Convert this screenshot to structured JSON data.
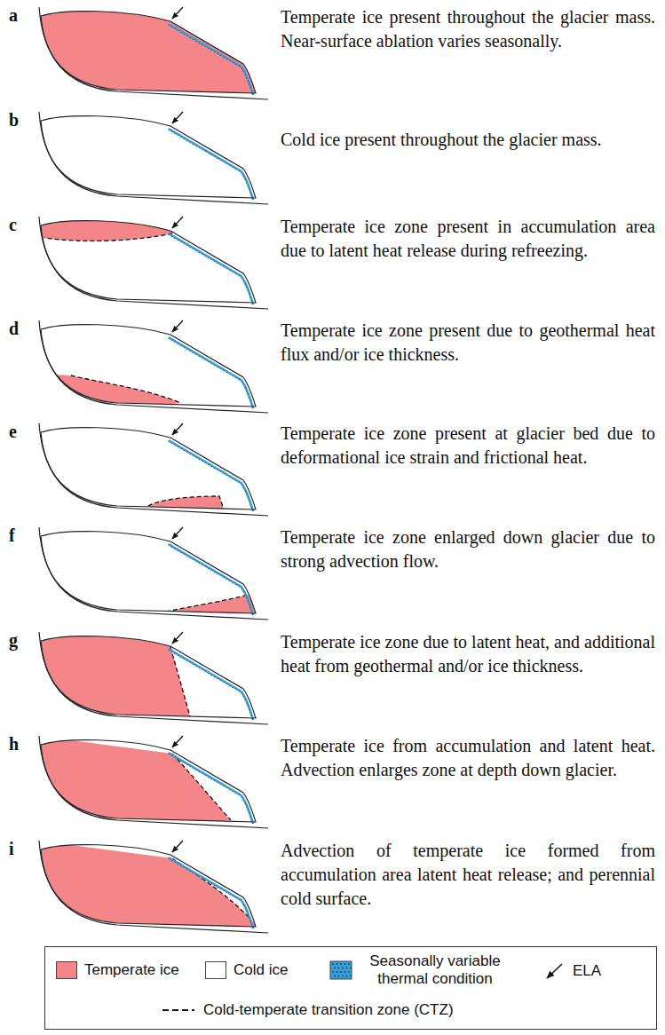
{
  "diagram": {
    "labels": [
      "a",
      "Temperate ice present throughout the glacier mass. Near-surface ablation varies seasonally.",
      "b",
      "Cold ice present throughout the glacier mass.",
      "c",
      "Temperate ice zone present in accumulation area due to latent heat release during refreezing.",
      "d",
      "Temperate ice zone present due to geothermal heat flux and/or ice thickness.",
      "e",
      "Temperate ice zone present at glacier bed due to deformational ice strain and frictional heat.",
      "f",
      "Temperate ice zone enlarged down glacier due to strong advection flow.",
      "g",
      "Temperate ice zone due to latent heat, and additional heat from geothermal and/or ice thickness.",
      "h",
      "Temperate ice from accumulation and latent heat. Advection enlarges zone at depth down glacier.",
      "i",
      "Advection of temperate ice formed from accumulation area latent heat release; and perennial cold surface."
    ],
    "legend": [
      {
        "text": "Temperate ice",
        "color": "#f4868a"
      },
      {
        "text": "Cold ice",
        "color": "#ffffff"
      },
      {
        "text": "Seasonally variable thermal condition"
      },
      {
        "text": "ELA"
      },
      {
        "text": "Cold-temperate transition zone (CTZ)"
      }
    ]
  }
}
